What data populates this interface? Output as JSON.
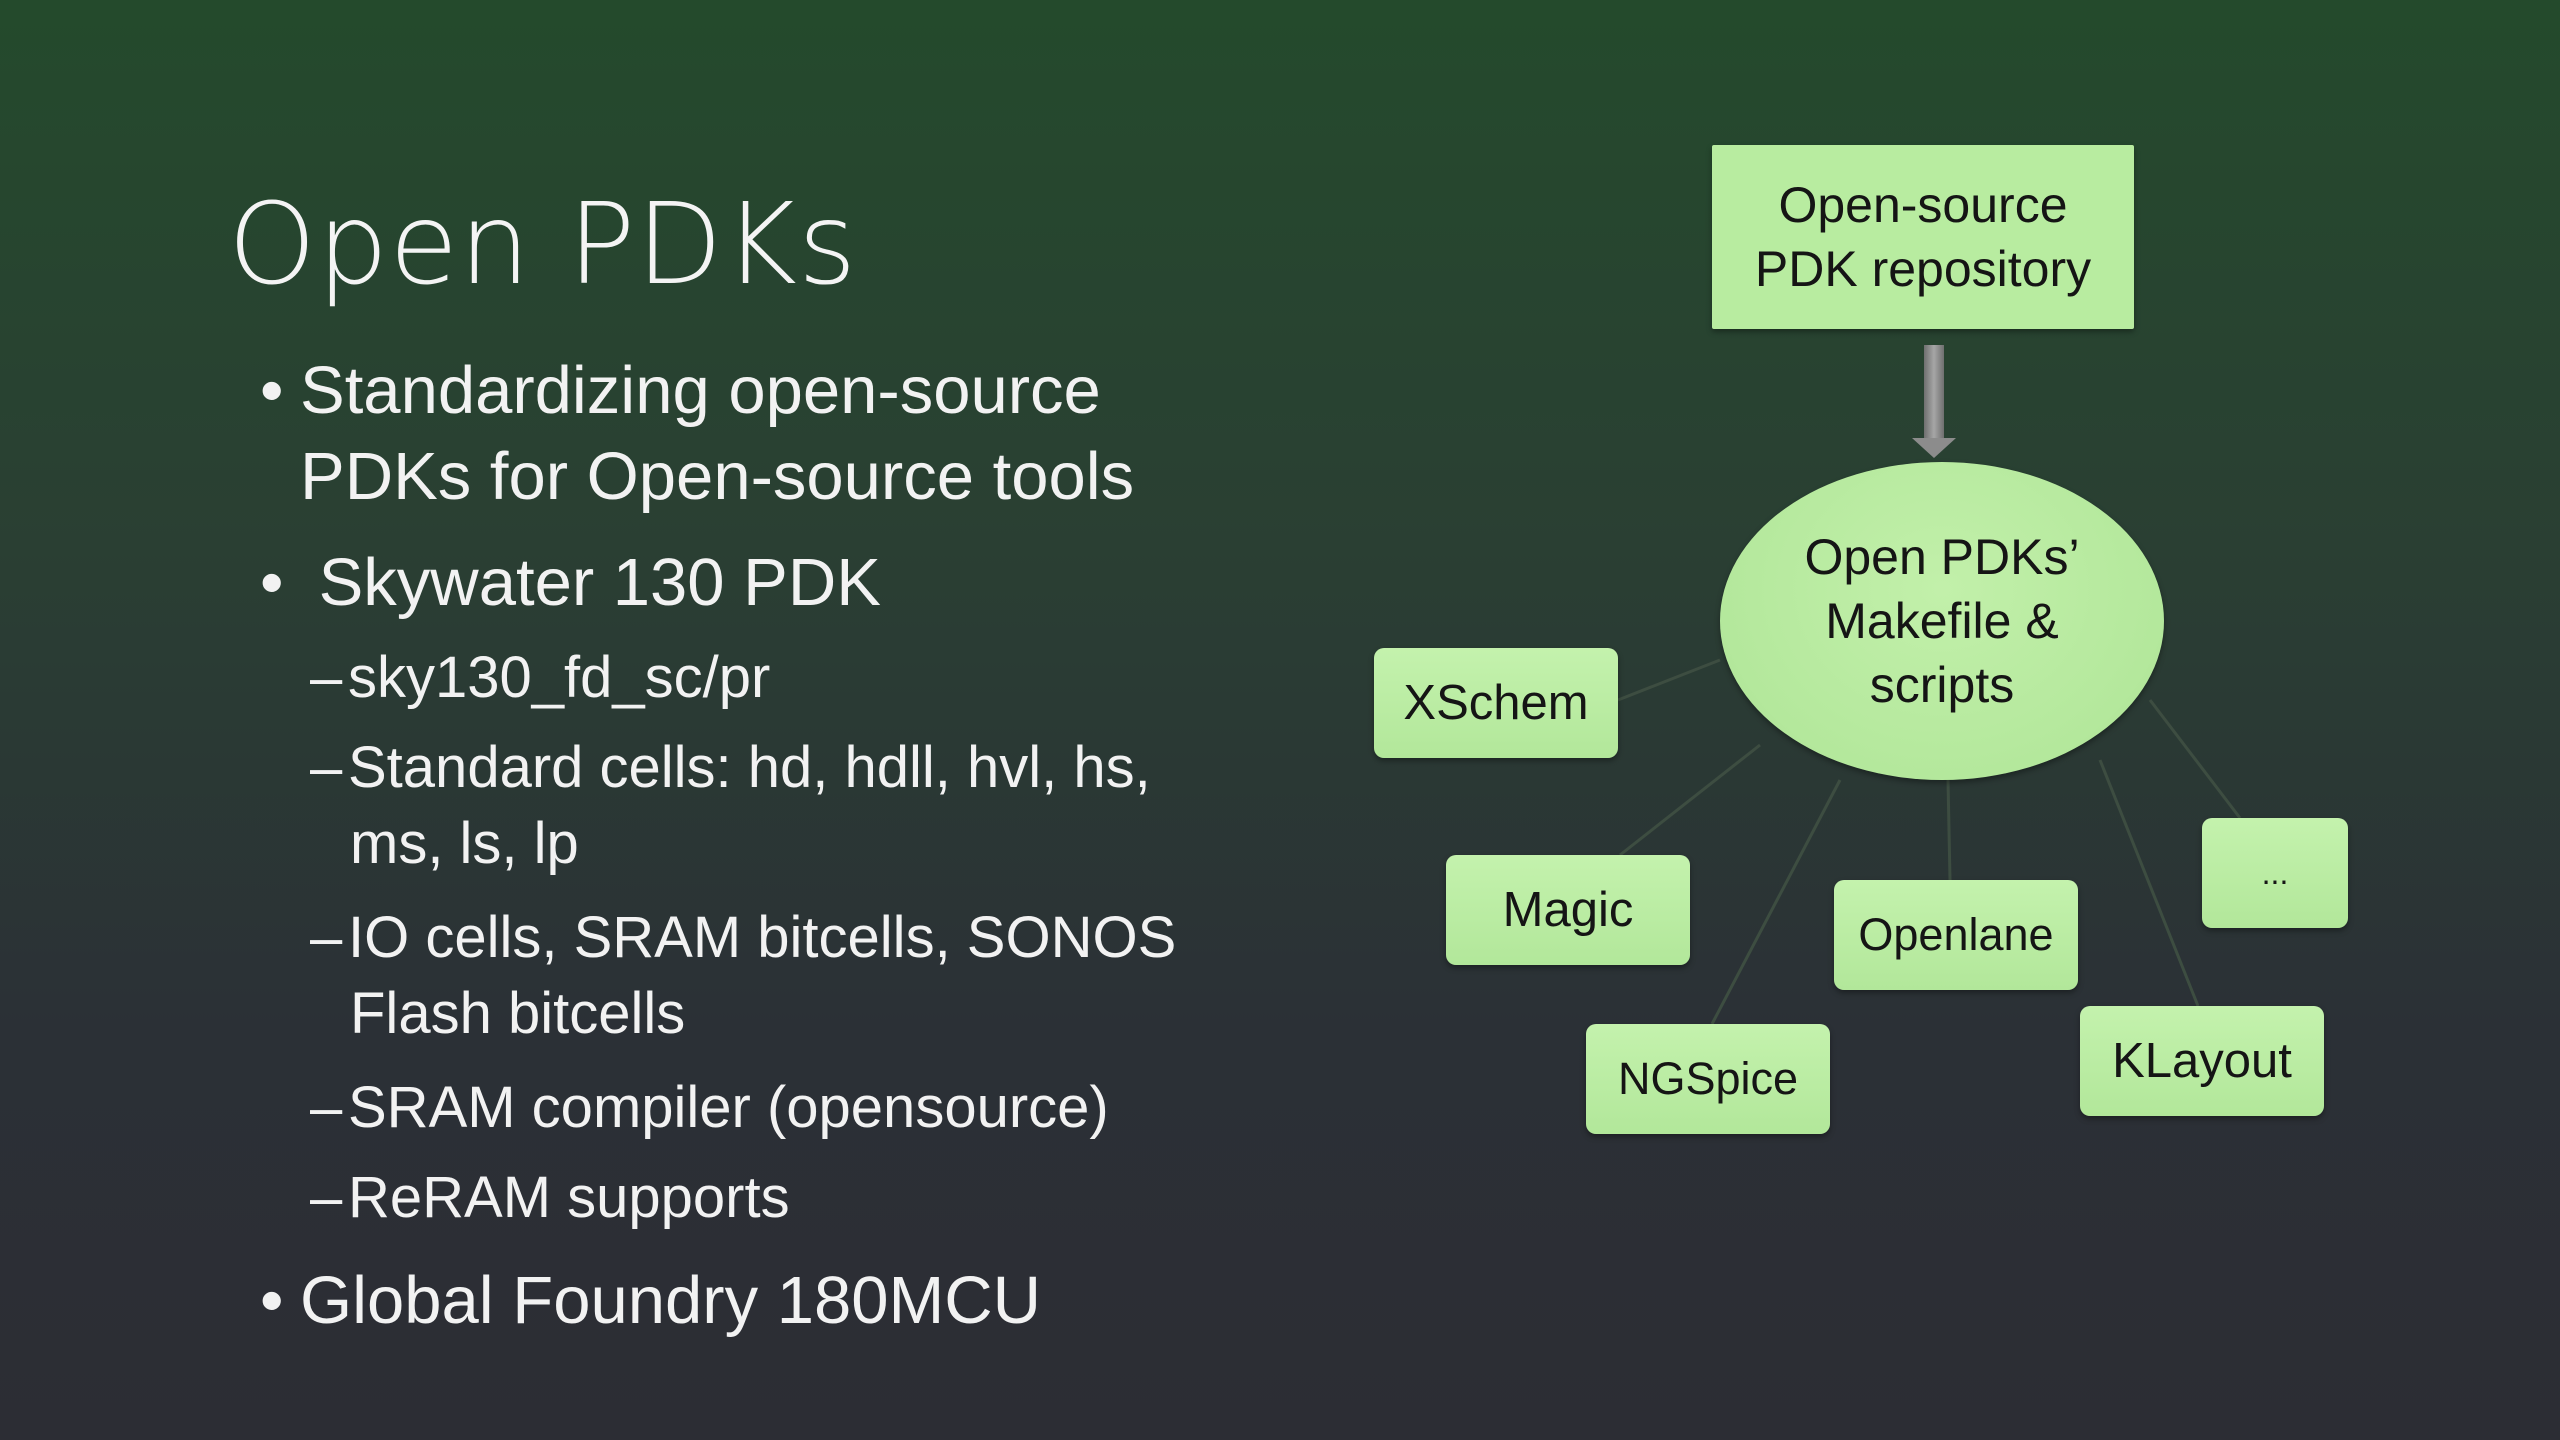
{
  "slide": {
    "title": "Open PDKs",
    "bullets": [
      {
        "marker": "•",
        "text_lines": [
          "Standardizing open-source",
          "PDKs for Open-source tools"
        ]
      },
      {
        "marker": "•",
        "text_lines": [
          " Skywater 130 PDK"
        ]
      },
      {
        "marker": "–",
        "text_lines": [
          "sky130_fd_sc/pr"
        ]
      },
      {
        "marker": "–",
        "text_lines": [
          "Standard cells: hd, hdll, hvl, hs,",
          "ms, ls, lp"
        ]
      },
      {
        "marker": "–",
        "text_lines": [
          "IO cells, SRAM bitcells, SONOS",
          "Flash bitcells"
        ]
      },
      {
        "marker": "–",
        "text_lines": [
          "SRAM compiler (opensource)"
        ]
      },
      {
        "marker": "–",
        "text_lines": [
          "ReRAM supports"
        ]
      },
      {
        "marker": "•",
        "text_lines": [
          "Global Foundry 180MCU"
        ]
      }
    ]
  },
  "diagram": {
    "repository": [
      "Open-source",
      "PDK repository"
    ],
    "makefile": [
      "Open PDKs’",
      "Makefile &",
      "scripts"
    ],
    "tools": {
      "xschem": "XSchem",
      "magic": "Magic",
      "openlane": "Openlane",
      "ngspice": "NGSpice",
      "klayout": "KLayout",
      "more": "..."
    },
    "colors": {
      "node_fill": "#b8eca0",
      "arrow": "#8c8c8c",
      "connector": "#3a4a3e"
    }
  }
}
